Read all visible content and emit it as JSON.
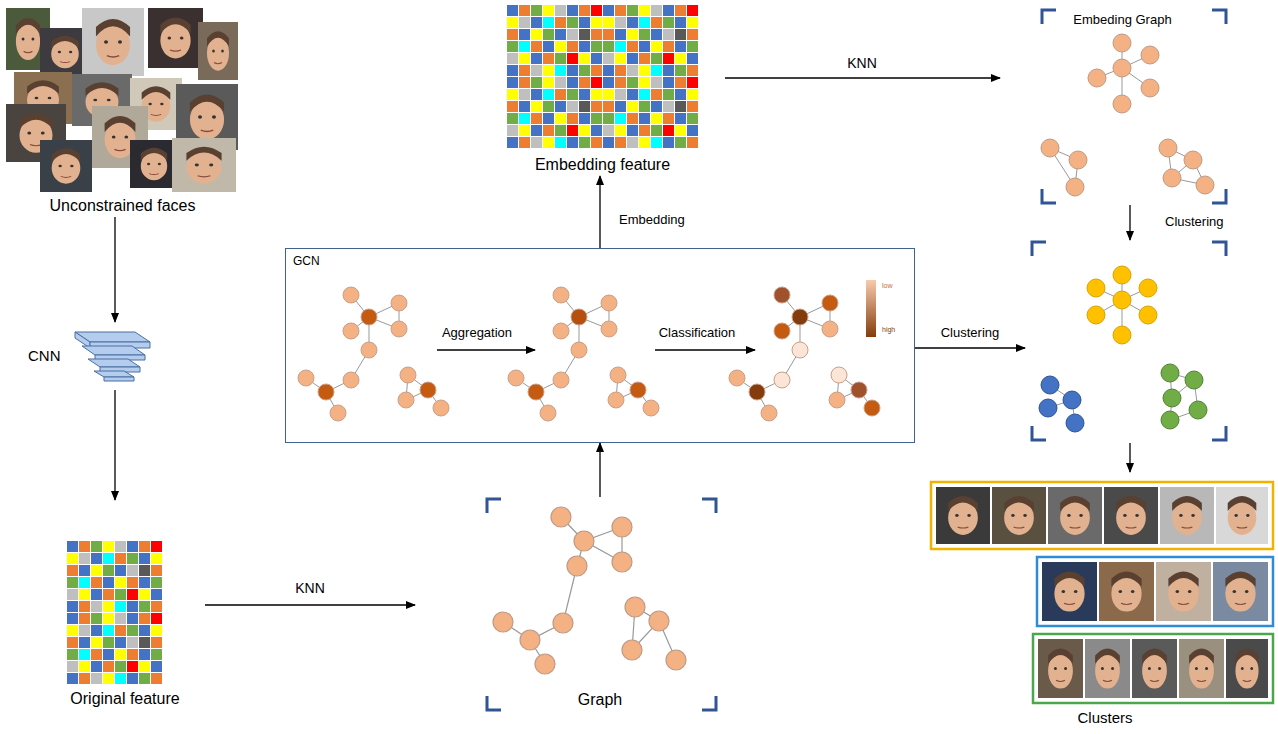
{
  "diagram": {
    "nodes": [
      {
        "text": [
          "Unconstrained faces"
        ]
      },
      {
        "text": [
          "CNN"
        ]
      },
      {
        "text": [
          "Original feature"
        ]
      },
      {
        "text": [
          "Graph"
        ]
      },
      {
        "text": [
          "GCN"
        ]
      },
      {
        "text": [
          "Embedding feature"
        ]
      },
      {
        "text": [
          "Embeding Graph"
        ]
      },
      {
        "text": [
          "Clusters"
        ]
      }
    ],
    "edges": [
      {
        "from": 0,
        "to": 1,
        "arrow": "to"
      },
      {
        "from": 1,
        "to": 2,
        "arrow": "to"
      },
      {
        "from": 2,
        "to": 3,
        "arrow": "to",
        "label": "KNN"
      },
      {
        "from": 3,
        "to": 4,
        "arrow": "to"
      },
      {
        "from": 4,
        "to": 5,
        "arrow": "to",
        "label": "Embedding"
      },
      {
        "from": 5,
        "to": 6,
        "arrow": "to",
        "label": "KNN"
      },
      {
        "from": 6,
        "to": 7,
        "arrow": "to",
        "label": "Clustering"
      },
      {
        "from": 4,
        "to": 7,
        "arrow": "to",
        "label": "Clustering"
      }
    ],
    "labels": [
      "Aggregation",
      "Classification",
      "low",
      "high"
    ]
  }
}
